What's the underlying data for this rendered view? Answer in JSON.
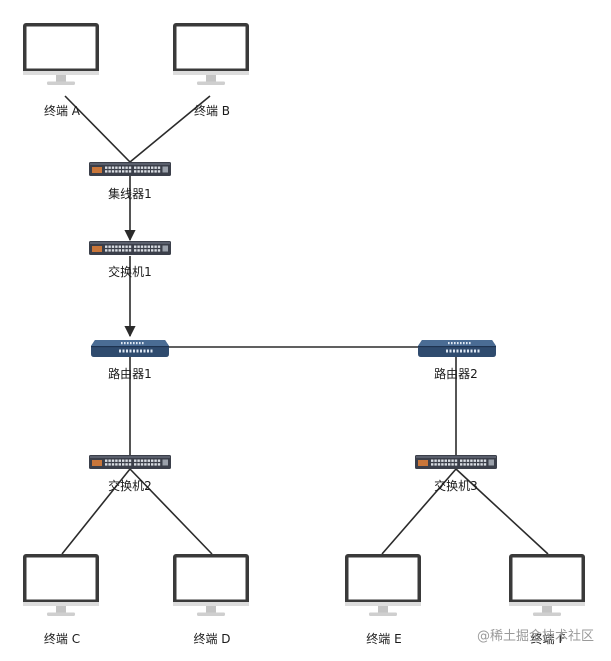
{
  "nodes": {
    "terminal_a": "终端 A",
    "terminal_b": "终端 B",
    "hub1": "集线器1",
    "switch1": "交换机1",
    "router1": "路由器1",
    "router2": "路由器2",
    "switch2": "交换机2",
    "switch3": "交换机3",
    "terminal_c": "终端 C",
    "terminal_d": "终端 D",
    "terminal_e": "终端 E",
    "terminal_f": "终端 F"
  },
  "watermark": "@稀土掘金技术社区",
  "colors": {
    "line": "#2b2b2b",
    "monitor_frame": "#3a3a3a",
    "hub_body": "#3b3f4a",
    "router_body": "#2f4b6e",
    "port_amber": "#c9763a"
  },
  "icons": {
    "terminal": "desktop-monitor-icon",
    "hub": "hub-icon",
    "switch": "switch-icon",
    "router": "router-icon"
  }
}
